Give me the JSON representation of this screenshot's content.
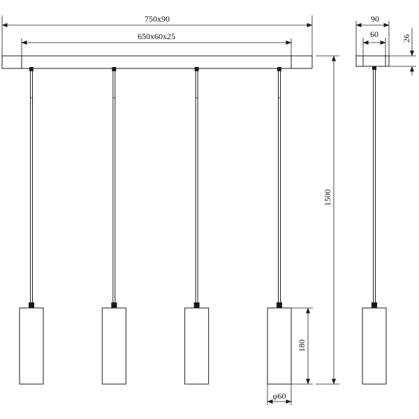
{
  "drawing": {
    "front_view": {
      "overall_width_label": "750x90",
      "canopy_label": "650x60x25",
      "height_label": "1500",
      "shade_height_label": "180",
      "shade_diameter_label": "φ60",
      "pendant_count": 4
    },
    "side_view": {
      "width_label": "90",
      "inner_width_label": "60",
      "canopy_height_label": "26"
    }
  },
  "colors": {
    "line": "#1a1a1a",
    "background": "#ffffff"
  }
}
